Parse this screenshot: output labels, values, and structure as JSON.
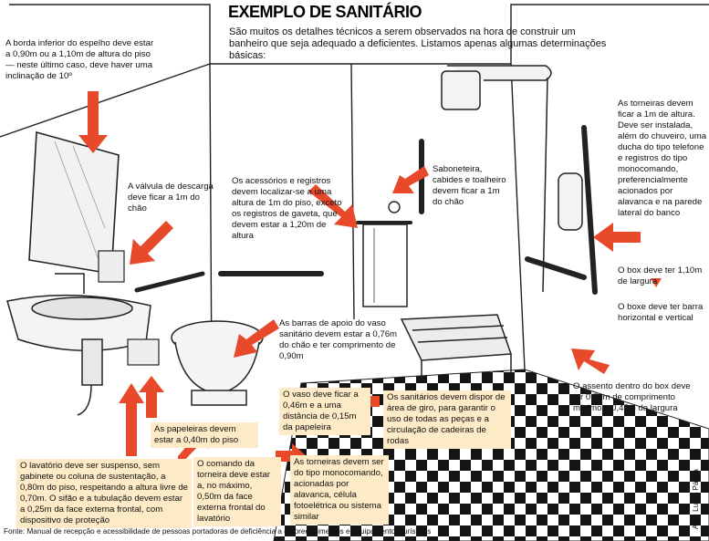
{
  "title": "EXEMPLO DE SANITÁRIO",
  "intro": "São muitos os detalhes técnicos a serem observados na hora de construir um banheiro que seja adequado a deficientes. Listamos apenas algumas determinações básicas:",
  "notes": {
    "mirror": "A borda inferior do espelho deve estar a 0,90m ou a 1,10m de altura do piso — neste último caso, deve haver uma inclinação de 10º",
    "flush_valve": "A válvula de descarga deve ficar a 1m do chão",
    "accessories": "Os acessórios e registros devem localizar-se a uma altura de 1m do piso, exceto os registros de gaveta, que devem estar a 1,20m de altura",
    "soap_dish": "Saboneteira, cabides e toalheiro devem ficar a 1m do chão",
    "faucets_shower": "As torneiras devem ficar a 1m de altura. Deve ser instalada, além do chuveiro, uma ducha do tipo telefone e registros do tipo monocomando, preferencialmente acionados por alavanca e na parede lateral do banco",
    "box_width": "O box deve ter 1,10m de largura",
    "box_bar": "O boxe deve ter barra horizontal e vertical",
    "grab_bars": "As barras de apoio do vaso sanitário devem estar a 0,76m do chão e ter comprimento de 0,90m",
    "seat": "O assento dentro do box deve ter 0,70m de comprimento mínimo e 0,45m de largura"
  },
  "boxes": {
    "paper": "As papeleiras devem estar a 0,40m do piso",
    "toilet": "O vaso deve ficar a 0,46m e a uma distância de 0,15m da papeleira",
    "rotation": "Os sanitários devem dispor de área de giro, para garantir o uso de todas as peças e a circulação de cadeiras de rodas",
    "sink": "O lavatório deve ser suspenso, sem gabinete ou coluna de sustentação, a 0,80m do piso, respeitando a altura livre de 0,70m. O sifão e a tubulação devem estar a 0,25m da face externa frontal, com dispositivo de proteção",
    "tap_control": "O comando da torneira deve estar a, no máximo, 0,50m da face externa frontal do lavatório",
    "tap_type": "As torneiras devem ser do tipo monocomando, acionadas por alavanca, célula fotoelétrica ou sistema similar"
  },
  "source": "Fonte: Manual de recepção e acessibilidade de pessoas portadoras de deficiência a empreendimentos e equipamentos turísticos",
  "credit": "Arte: Lucas Pádua",
  "colors": {
    "arrow": "#e8492b",
    "box": "#fdeac6",
    "ink": "#1a1a1a"
  }
}
